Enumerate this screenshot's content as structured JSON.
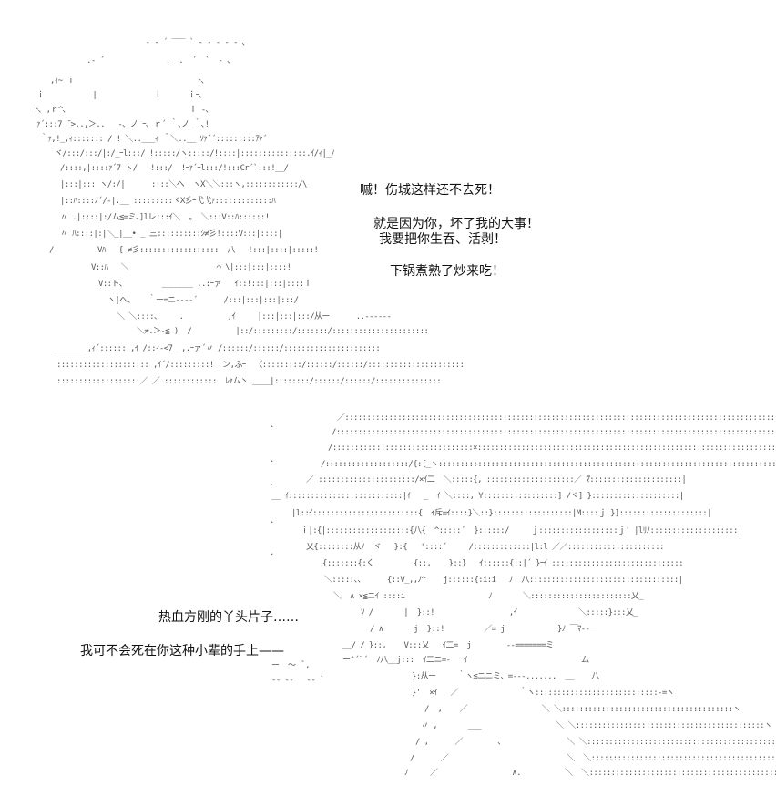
{
  "dialogue_top": [
    "嘁！伤城这样还不去死！",
    "就是因为你，坏了我的大事！",
    "我要把你生吞、活剥！",
    "下锅煮熟了炒来吃！"
  ],
  "dialogue_bottom": [
    "热血方刚的丫头片子……",
    "我可不会死在你这种小辈的手上——"
  ]
}
